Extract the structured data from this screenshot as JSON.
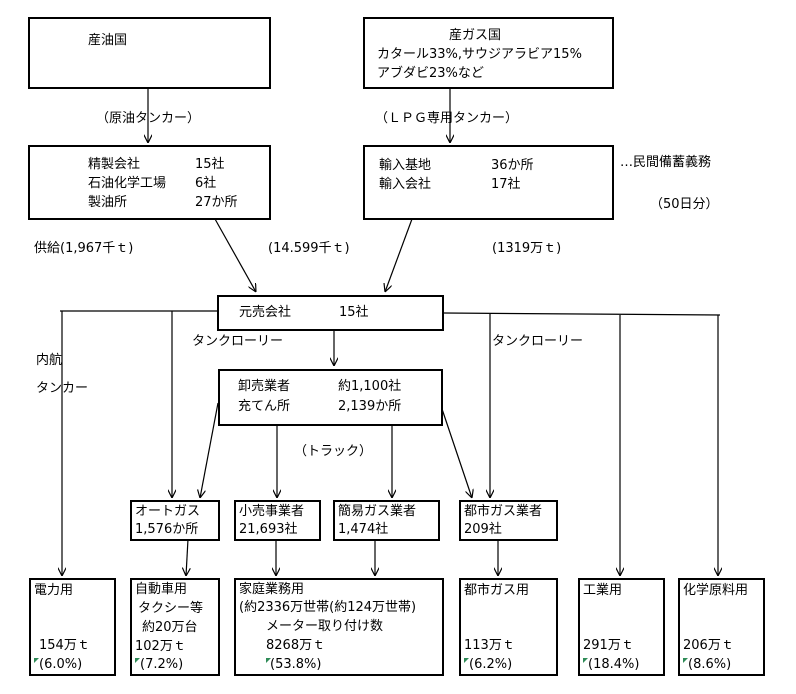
{
  "producers": {
    "oil_country": "産油国",
    "gas_country": {
      "title": "産ガス国",
      "line1": "カタール33%,サウジアラビア15%",
      "line2": "アブダビ23%など"
    }
  },
  "routes": {
    "crude_tanker": "（原油タンカー）",
    "lpg_tanker": "（ＬＰＧ専用タンカー）"
  },
  "refining": {
    "rows": [
      {
        "name": "精製会社",
        "count": "15社"
      },
      {
        "name": "石油化学工場",
        "count": "6社"
      },
      {
        "name": "製油所",
        "count": "27か所"
      }
    ]
  },
  "import": {
    "rows": [
      {
        "name": "輸入基地",
        "count": "36か所"
      },
      {
        "name": "輸入会社",
        "count": "17社"
      }
    ],
    "reserve_note": "…民間備蓄義務",
    "reserve_days": "（50日分）"
  },
  "supply": {
    "supply_label": "供給(1,967千ｔ)",
    "refinery_volume": "(14.599千ｔ)",
    "import_volume": "(1319万ｔ)"
  },
  "motouri": {
    "name": "元売会社",
    "count": "15社"
  },
  "labels": {
    "domestic_tanker_1": "内航",
    "domestic_tanker_2": "タンカー",
    "tank_lorry_left": "タンクローリー",
    "tank_lorry_right": "タンクローリー",
    "truck": "（トラック）"
  },
  "wholesale": {
    "rows": [
      {
        "name": "卸売業者",
        "count": "約1,100社"
      },
      {
        "name": "充てん所",
        "count": "2,139か所"
      }
    ]
  },
  "distributors": [
    {
      "line1": "オートガス",
      "line2": "1,576か所"
    },
    {
      "line1": "小売事業者",
      "line2": "21,693社"
    },
    {
      "line1": "簡易ガス業者",
      "line2": "1,474社"
    },
    {
      "line1": "都市ガス業者",
      "line2": "209社"
    }
  ],
  "end_uses": [
    {
      "lines": [
        "電力用"
      ],
      "volume": "154万ｔ",
      "share": "(6.0%)"
    },
    {
      "lines": [
        "自動車用",
        "タクシー等",
        "約20万台"
      ],
      "volume": "102万ｔ",
      "share": "(7.2%)"
    },
    {
      "lines": [
        "家庭業務用",
        "(約2336万世帯(約124万世帯)",
        "メーター取り付け数"
      ],
      "volume": "8268万ｔ",
      "share": "(53.8%)"
    },
    {
      "lines": [
        "都市ガス用"
      ],
      "volume": "113万ｔ",
      "share": "(6.2%)"
    },
    {
      "lines": [
        "工業用"
      ],
      "volume": "291万ｔ",
      "share": "(18.4%)"
    },
    {
      "lines": [
        "化学原料用"
      ],
      "volume": "206万ｔ",
      "share": "(8.6%)"
    }
  ]
}
